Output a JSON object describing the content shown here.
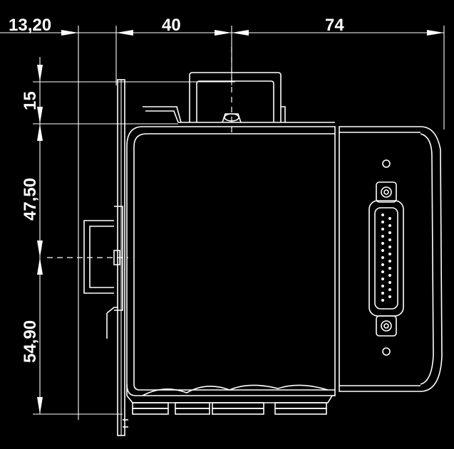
{
  "dimensions": {
    "top": {
      "left_offset": "13,20",
      "middle": "40",
      "right": "74"
    },
    "side": {
      "top": "15",
      "middle": "47,50",
      "bottom": "54,90"
    }
  },
  "colors": {
    "background": "#000000",
    "lines": "#ffffff"
  }
}
